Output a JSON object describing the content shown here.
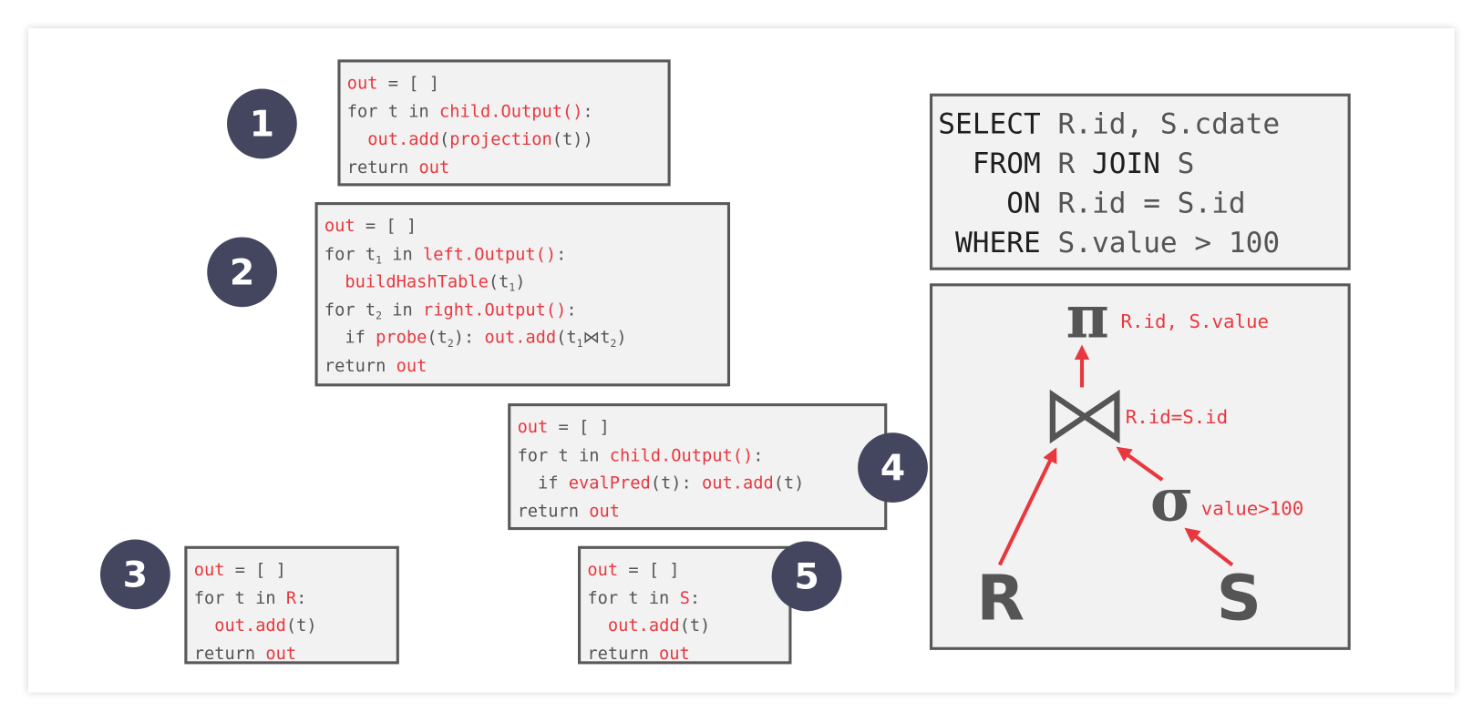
{
  "colors": {
    "accent_red": "#e8383f",
    "code_gray": "#555555",
    "badge": "#44465f",
    "box_bg": "#f2f2f2",
    "border": "#595959"
  },
  "badges": [
    "1",
    "2",
    "3",
    "4",
    "5"
  ],
  "code_blocks": [
    {
      "id": "projection",
      "lines": [
        [
          {
            "t": "out",
            "c": "r"
          },
          {
            "t": " = [ ]",
            "c": "g"
          }
        ],
        [
          {
            "t": "for t in ",
            "c": "g"
          },
          {
            "t": "child.Output()",
            "c": "r"
          },
          {
            "t": ":",
            "c": "g"
          }
        ],
        [
          {
            "t": "  ",
            "c": "g"
          },
          {
            "t": "out.add",
            "c": "r"
          },
          {
            "t": "(",
            "c": "g"
          },
          {
            "t": "projection",
            "c": "r"
          },
          {
            "t": "(t))",
            "c": "g"
          }
        ],
        [
          {
            "t": "return ",
            "c": "g"
          },
          {
            "t": "out",
            "c": "r"
          }
        ]
      ]
    },
    {
      "id": "hash-join",
      "lines": [
        [
          {
            "t": "out",
            "c": "r"
          },
          {
            "t": " = [ ]",
            "c": "g"
          }
        ],
        [
          {
            "t": "for t",
            "c": "g"
          },
          {
            "t": "1",
            "c": "g",
            "sub": true
          },
          {
            "t": " in ",
            "c": "g"
          },
          {
            "t": "left.Output()",
            "c": "r"
          },
          {
            "t": ":",
            "c": "g"
          }
        ],
        [
          {
            "t": "  ",
            "c": "g"
          },
          {
            "t": "buildHashTable",
            "c": "r"
          },
          {
            "t": "(t",
            "c": "g"
          },
          {
            "t": "1",
            "c": "g",
            "sub": true
          },
          {
            "t": ")",
            "c": "g"
          }
        ],
        [
          {
            "t": "for t",
            "c": "g"
          },
          {
            "t": "2",
            "c": "g",
            "sub": true
          },
          {
            "t": " in ",
            "c": "g"
          },
          {
            "t": "right.Output()",
            "c": "r"
          },
          {
            "t": ":",
            "c": "g"
          }
        ],
        [
          {
            "t": "  if ",
            "c": "g"
          },
          {
            "t": "probe",
            "c": "r"
          },
          {
            "t": "(t",
            "c": "g"
          },
          {
            "t": "2",
            "c": "g",
            "sub": true
          },
          {
            "t": "): ",
            "c": "g"
          },
          {
            "t": "out.add",
            "c": "r"
          },
          {
            "t": "(t",
            "c": "g"
          },
          {
            "t": "1",
            "c": "g",
            "sub": true
          },
          {
            "t": "⋈t",
            "c": "g"
          },
          {
            "t": "2",
            "c": "g",
            "sub": true
          },
          {
            "t": ")",
            "c": "g"
          }
        ],
        [
          {
            "t": "return ",
            "c": "g"
          },
          {
            "t": "out",
            "c": "r"
          }
        ]
      ]
    },
    {
      "id": "scan-r",
      "lines": [
        [
          {
            "t": "out",
            "c": "r"
          },
          {
            "t": " = [ ]",
            "c": "g"
          }
        ],
        [
          {
            "t": "for t in ",
            "c": "g"
          },
          {
            "t": "R",
            "c": "r"
          },
          {
            "t": ":",
            "c": "g"
          }
        ],
        [
          {
            "t": "  ",
            "c": "g"
          },
          {
            "t": "out.add",
            "c": "r"
          },
          {
            "t": "(t)",
            "c": "g"
          }
        ],
        [
          {
            "t": "return ",
            "c": "g"
          },
          {
            "t": "out",
            "c": "r"
          }
        ]
      ]
    },
    {
      "id": "filter",
      "lines": [
        [
          {
            "t": "out",
            "c": "r"
          },
          {
            "t": " = [ ]",
            "c": "g"
          }
        ],
        [
          {
            "t": "for t in ",
            "c": "g"
          },
          {
            "t": "child.Output()",
            "c": "r"
          },
          {
            "t": ":",
            "c": "g"
          }
        ],
        [
          {
            "t": "  if ",
            "c": "g"
          },
          {
            "t": "evalPred",
            "c": "r"
          },
          {
            "t": "(t): ",
            "c": "g"
          },
          {
            "t": "out.add",
            "c": "r"
          },
          {
            "t": "(t)",
            "c": "g"
          }
        ],
        [
          {
            "t": "return ",
            "c": "g"
          },
          {
            "t": "out",
            "c": "r"
          }
        ]
      ]
    },
    {
      "id": "scan-s",
      "lines": [
        [
          {
            "t": "out",
            "c": "r"
          },
          {
            "t": " = [ ]",
            "c": "g"
          }
        ],
        [
          {
            "t": "for t in ",
            "c": "g"
          },
          {
            "t": "S",
            "c": "r"
          },
          {
            "t": ":",
            "c": "g"
          }
        ],
        [
          {
            "t": "  ",
            "c": "g"
          },
          {
            "t": "out.add",
            "c": "r"
          },
          {
            "t": "(t)",
            "c": "g"
          }
        ],
        [
          {
            "t": "return ",
            "c": "g"
          },
          {
            "t": "out",
            "c": "r"
          }
        ]
      ]
    }
  ],
  "sql": {
    "lines": [
      [
        {
          "t": "SELECT",
          "c": "k"
        },
        {
          "t": " R.id, S.cdate",
          "c": "g"
        }
      ],
      [
        {
          "t": "  FROM",
          "c": "k"
        },
        {
          "t": " R ",
          "c": "g"
        },
        {
          "t": "JOIN",
          "c": "k"
        },
        {
          "t": " S",
          "c": "g"
        }
      ],
      [
        {
          "t": "    ON",
          "c": "k"
        },
        {
          "t": " R.id = S.id",
          "c": "g"
        }
      ],
      [
        {
          "t": " WHERE",
          "c": "k"
        },
        {
          "t": " S.value > 100",
          "c": "g"
        }
      ]
    ]
  },
  "plan_tree": {
    "projection": {
      "symbol": "π",
      "label": "R.id, S.value"
    },
    "join": {
      "symbol": "⋈",
      "label": "R.id=S.id"
    },
    "selection": {
      "symbol": "σ",
      "label": "value>100"
    },
    "left_table": "R",
    "right_table": "S"
  }
}
